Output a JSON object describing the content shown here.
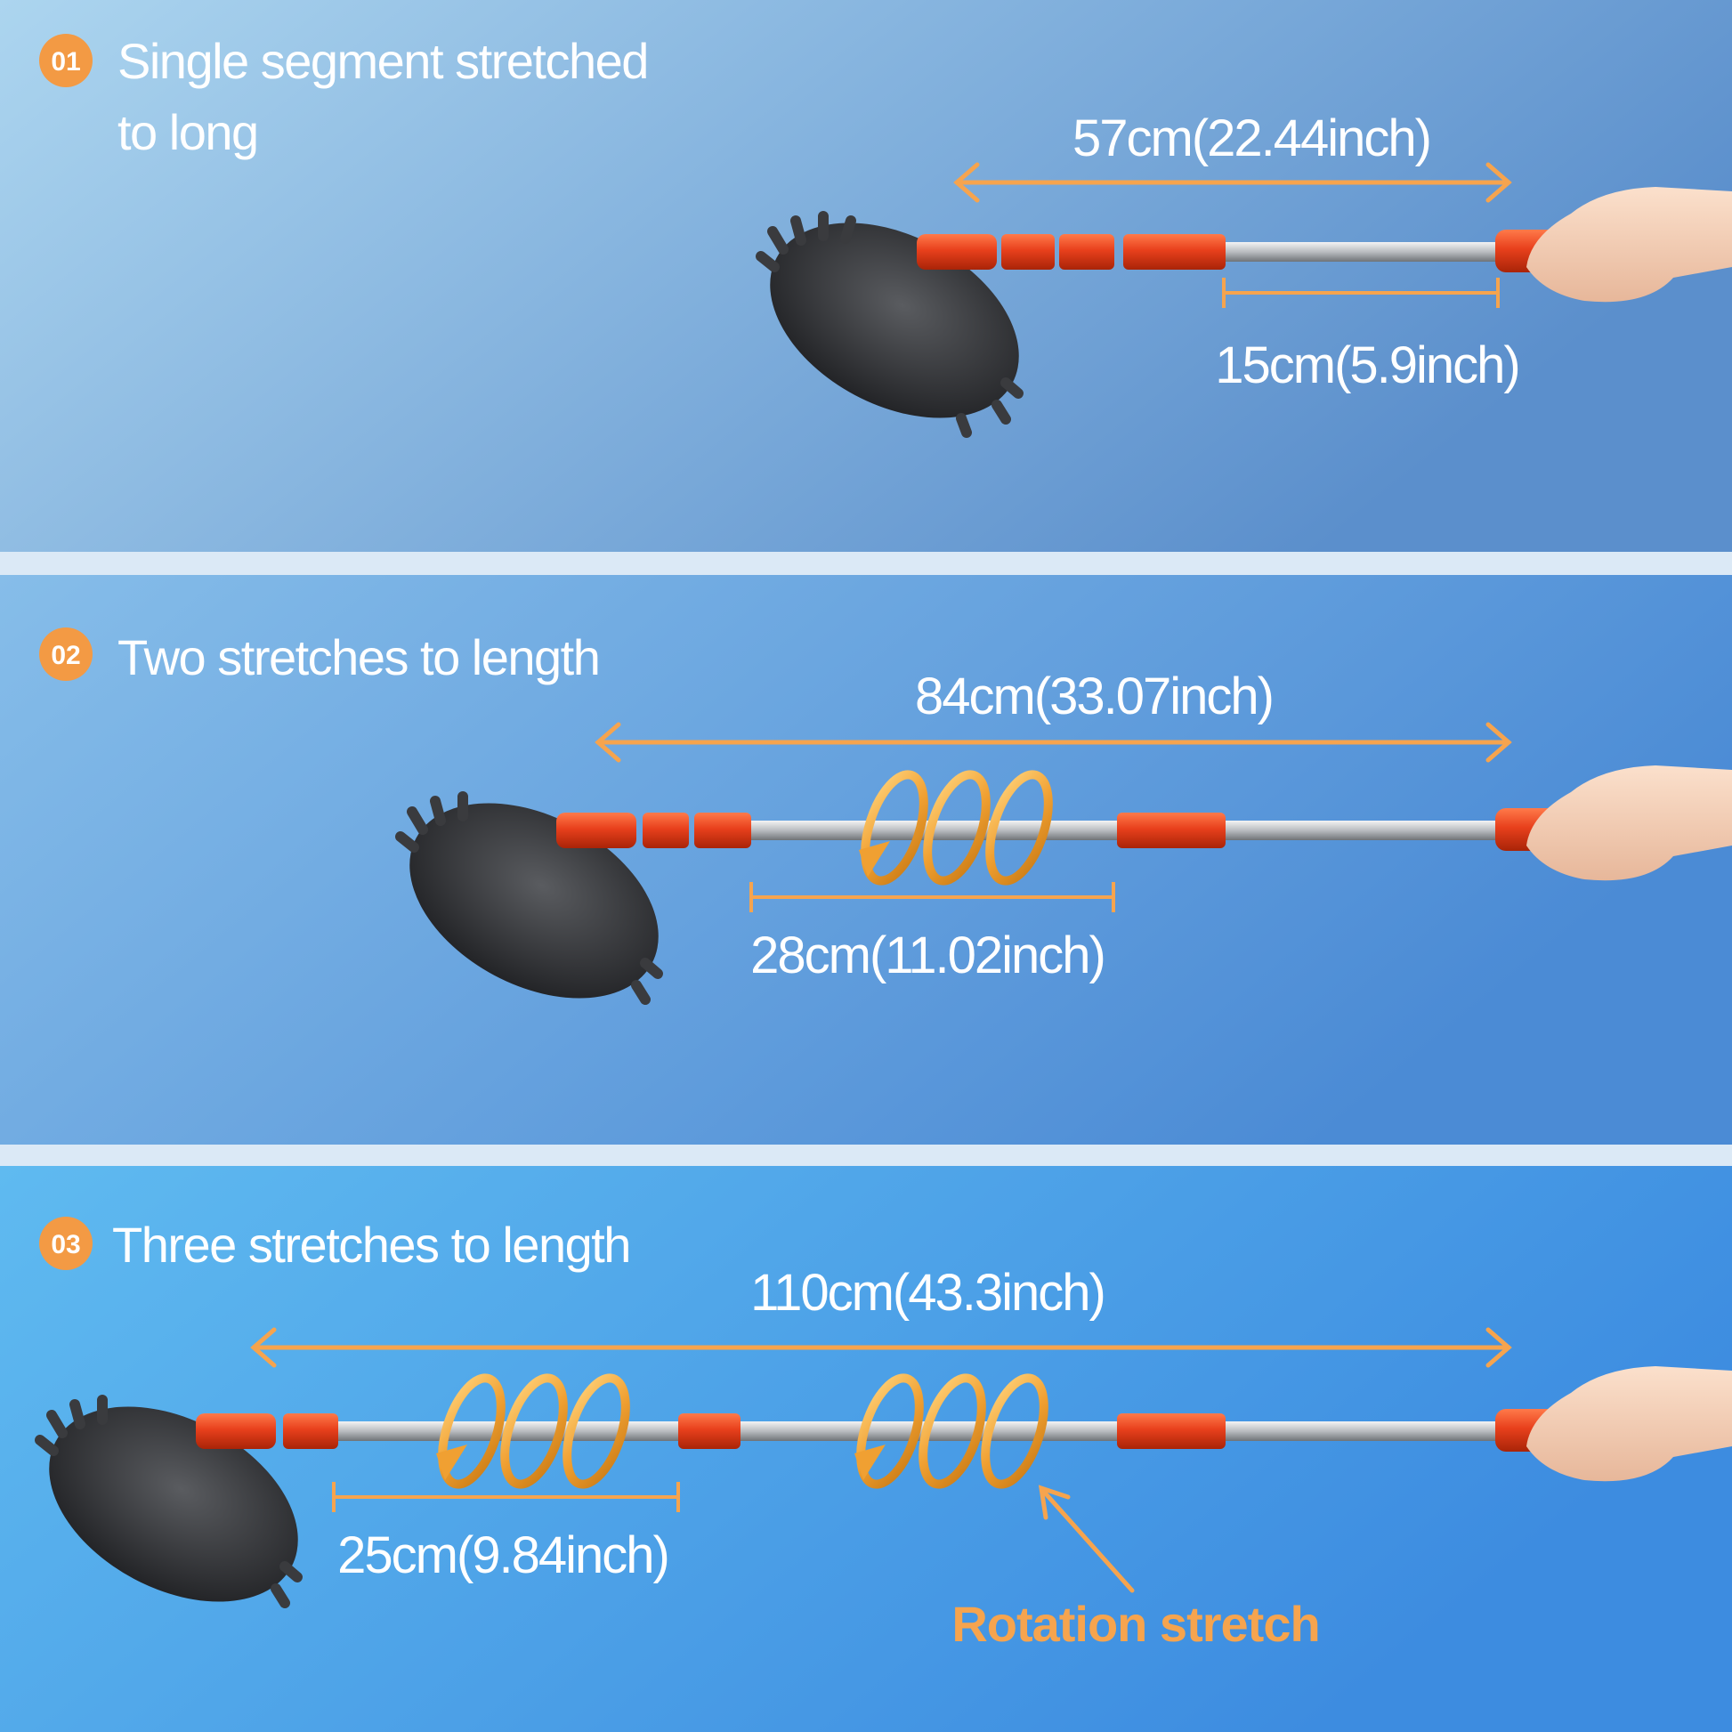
{
  "colors": {
    "accent_orange": "#f6a44e",
    "handle_red": "#e8401c",
    "divider": "#dbe9f6"
  },
  "panels": [
    {
      "badge": "01",
      "title_line1": "Single segment stretched",
      "title_line2": "to long",
      "total_length": "57cm(22.44inch)",
      "segment_length": "15cm(5.9inch)"
    },
    {
      "badge": "02",
      "title_line1": "Two stretches to length",
      "total_length": "84cm(33.07inch)",
      "segment_length": "28cm(11.02inch)"
    },
    {
      "badge": "03",
      "title_line1": "Three stretches to length",
      "total_length": "110cm(43.3inch)",
      "segment_length": "25cm(9.84inch)",
      "callout": "Rotation stretch"
    }
  ]
}
